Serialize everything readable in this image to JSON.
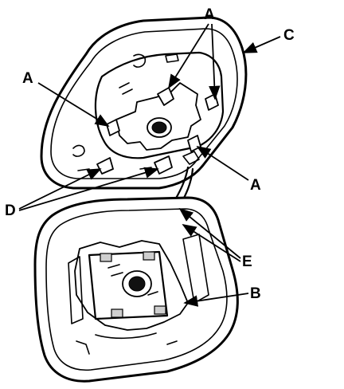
{
  "callouts": {
    "a": "A",
    "b": "B",
    "c": "C",
    "d": "D",
    "e": "E"
  },
  "colors": {
    "line": "#000000",
    "background": "#ffffff"
  }
}
